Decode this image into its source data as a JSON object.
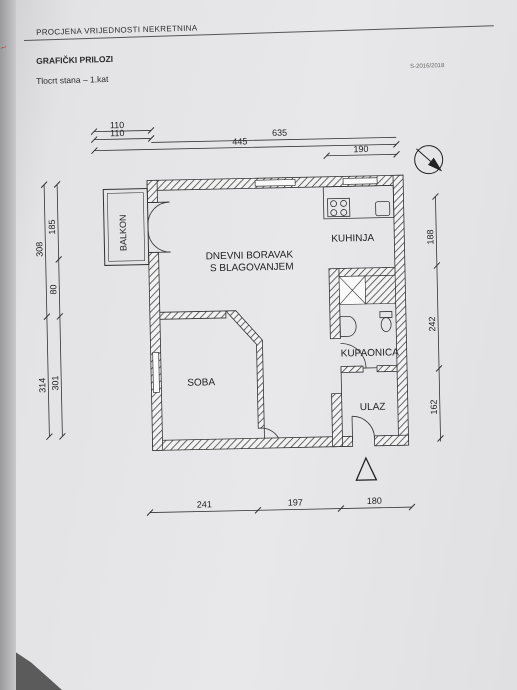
{
  "header": {
    "title": "PROCJENA VRIJEDNOSTI NEKRETNINA",
    "section": "GRAFIČKI PRILOZI",
    "code": "S-2016/2018",
    "subtitle": "Tlocrt stana – 1.kat"
  },
  "rooms": {
    "balcony": "BALKON",
    "living_line1": "DNEVNI BORAVAK",
    "living_line2": "S BLAGOVANJEM",
    "kitchen": "KUHINJA",
    "bathroom": "KUPAONICA",
    "room": "SOBA",
    "entrance": "ULAZ"
  },
  "dimensions": {
    "top_outer": "110",
    "top_inner": "110",
    "top_total": "635",
    "top_mid": "445",
    "top_right": "190",
    "left_outer_top": "308",
    "left_outer_bottom": "314",
    "left_inner_top": "185",
    "left_inner_mid": "80",
    "left_inner_bottom": "301",
    "right_top": "188",
    "right_mid": "242",
    "right_bottom": "162",
    "bottom_left": "241",
    "bottom_mid": "197",
    "bottom_right": "180"
  },
  "icons": {
    "north": "north-arrow-icon",
    "entrance": "entrance-triangle-icon"
  },
  "colors": {
    "wall": "#3a3a3a",
    "line": "#2a2a2a"
  }
}
